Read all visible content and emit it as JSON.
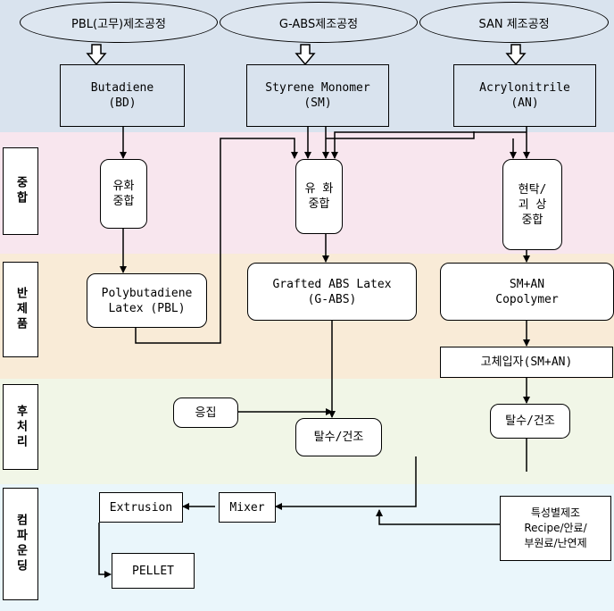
{
  "bands": {
    "sources": "#d9e3ee",
    "polymerization": "#f8e6ee",
    "intermediate": "#f9ebd7",
    "post_treatment": "#f1f6e7",
    "compounding": "#eaf6fb"
  },
  "processes": {
    "pbl": "PBL(고무)제조공정",
    "gabs": "G-ABS제조공정",
    "san": "SAN 제조공정"
  },
  "materials": {
    "bd": "Butadiene\n(BD)",
    "sm": "Styrene Monomer\n(SM)",
    "an": "Acrylonitrile\n(AN)"
  },
  "stages": {
    "polymerization": "중합",
    "intermediate": "반제품",
    "post_treatment": "후처리",
    "compounding": "컴파운딩"
  },
  "nodes": {
    "emulsion_1": "유화\n중합",
    "emulsion_2": "유 화\n중합",
    "suspension": "현탁/\n괴 상\n중합",
    "pbl_latex": "Polybutadiene\nLatex (PBL)",
    "gabs_latex": "Grafted ABS Latex\n(G-ABS)",
    "copolymer": "SM+AN\nCopolymer",
    "solid_particle": "고체입자(SM+AN)",
    "coagulation": "응집",
    "dewater_1": "탈수/건조",
    "dewater_2": "탈수/건조",
    "extrusion": "Extrusion",
    "mixer": "Mixer",
    "pellet": "PELLET",
    "recipe": "특성별제조\nRecipe/안료/\n부원료/난연제"
  }
}
